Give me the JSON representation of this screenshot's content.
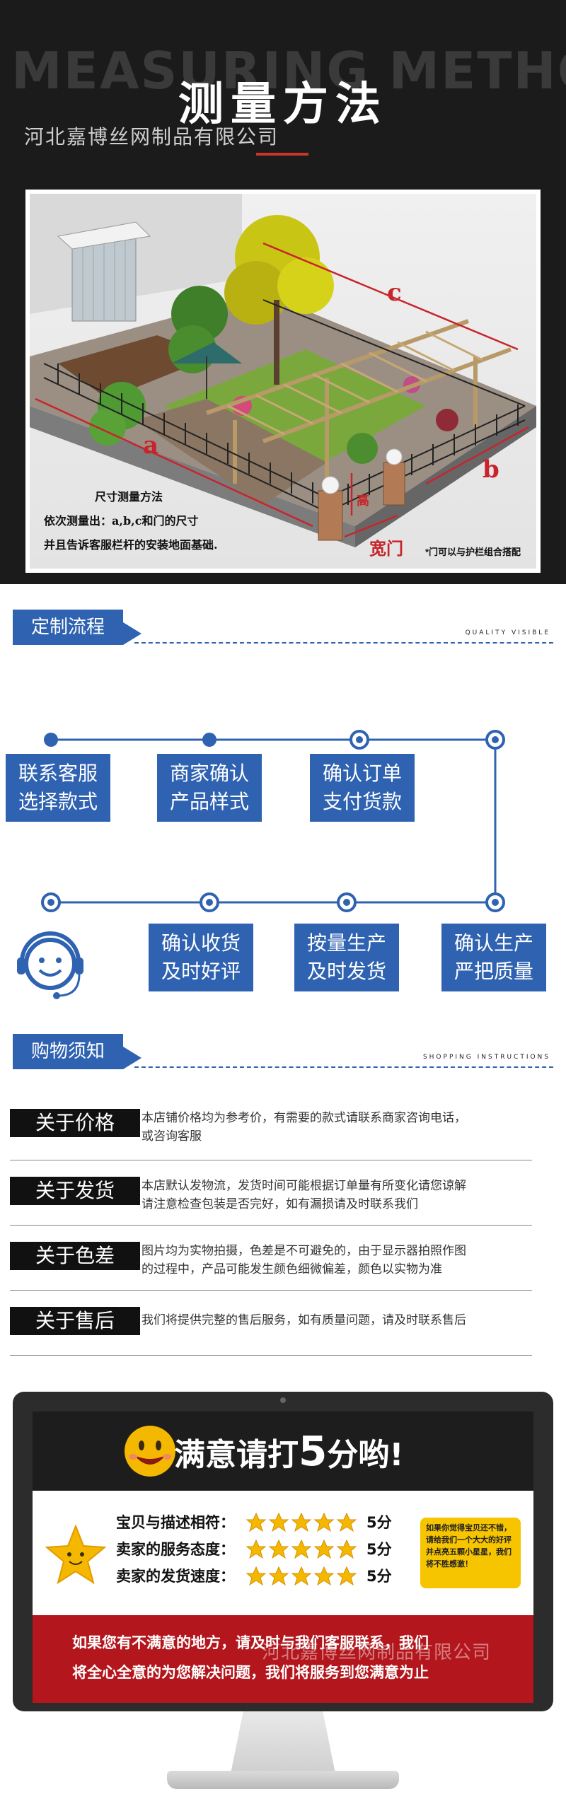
{
  "measure": {
    "bg_en": "MEASURING METHOD",
    "title": "测量方法",
    "company": "河北嘉博丝网制品有限公司",
    "note_line1": "尺寸测量方法",
    "note_line2": "依次测量出：a,b,c和门的尺寸",
    "note_line3": "并且告诉客服栏杆的安装地面基础.",
    "label_a": "a",
    "label_b": "b",
    "label_c": "c",
    "label_height": "高",
    "label_gate_width": "宽门",
    "gate_note": "*门可以与护栏组合搭配"
  },
  "process": {
    "heading": "定制流程",
    "heading_en": "QUALITY VISIBLE",
    "steps": [
      {
        "line1": "联系客服",
        "line2": "选择款式"
      },
      {
        "line1": "商家确认",
        "line2": "产品样式"
      },
      {
        "line1": "确认订单",
        "line2": "支付货款"
      },
      {
        "line1": "确认收货",
        "line2": "及时好评"
      },
      {
        "line1": "按量生产",
        "line2": "及时发货"
      },
      {
        "line1": "确认生产",
        "line2": "严把质量"
      }
    ],
    "colors": {
      "accent": "#2f63b1"
    }
  },
  "notes": {
    "heading": "购物须知",
    "heading_en": "SHOPPING INSTRUCTIONS",
    "items": [
      {
        "label": "关于价格",
        "line1": "本店铺价格均为参考价，有需要的款式请联系商家咨询电话，",
        "line2": "或咨询客服"
      },
      {
        "label": "关于发货",
        "line1": "本店默认发物流，发货时间可能根据订单量有所变化请您谅解",
        "line2": "请注意检查包装是否完好，如有漏损请及时联系我们"
      },
      {
        "label": "关于色差",
        "line1": "图片均为实物拍摄，色差是不可避免的，由于显示器拍照作图",
        "line2": "的过程中，产品可能发生颜色细微偏差，颜色以实物为准"
      },
      {
        "label": "关于售后",
        "line1": "我们将提供完整的售后服务，如有质量问题，请及时联系售后",
        "line2": ""
      }
    ]
  },
  "rating": {
    "title_pre": "满意请打",
    "title_num": "5",
    "title_post": "分哟!",
    "rows": [
      {
        "label": "宝贝与描述相符：",
        "score": "5分",
        "stars": 5
      },
      {
        "label": "卖家的服务态度：",
        "score": "5分",
        "stars": 5
      },
      {
        "label": "卖家的发货速度：",
        "score": "5分",
        "stars": 5
      }
    ],
    "bubble": "如果你觉得宝贝还不错，请给我们一个大大的好评并点亮五颗小星星，我们将不胜感激！",
    "bottom_line1": "如果您有不满意的地方，请及时与我们客服联系，我们",
    "bottom_line2": "将全心全意的为您解决问题，我们将服务到您满意为止",
    "watermark": "河北嘉博丝网制品有限公司",
    "colors": {
      "star": "#f5b800",
      "red": "#b3161c"
    }
  }
}
